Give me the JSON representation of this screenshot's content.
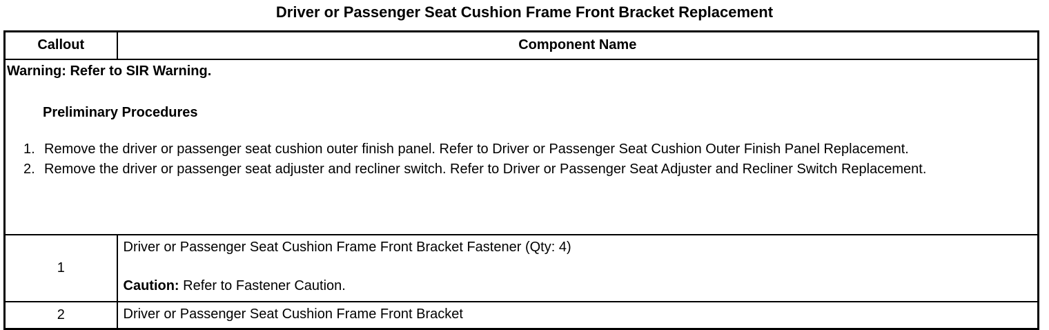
{
  "title": "Driver or Passenger Seat Cushion Frame Front Bracket Replacement",
  "table": {
    "headers": {
      "callout": "Callout",
      "component": "Component Name"
    },
    "preamble": {
      "warning": "Warning: Refer to SIR Warning.",
      "preliminary_heading": "Preliminary Procedures",
      "steps": [
        {
          "number": "1.",
          "text": "Remove the driver or passenger seat cushion outer finish panel. Refer to Driver or Passenger Seat Cushion Outer Finish Panel Replacement."
        },
        {
          "number": "2.",
          "text": "Remove the driver or passenger seat adjuster and recliner switch. Refer to Driver or Passenger Seat Adjuster and Recliner Switch Replacement."
        }
      ]
    },
    "rows": [
      {
        "callout": "1",
        "component": "Driver or Passenger Seat Cushion Frame Front Bracket Fastener (Qty: 4)",
        "caution_label": "Caution:",
        "caution_text": " Refer to Fastener Caution."
      },
      {
        "callout": "2",
        "component": "Driver or Passenger Seat Cushion Frame Front Bracket"
      }
    ]
  }
}
